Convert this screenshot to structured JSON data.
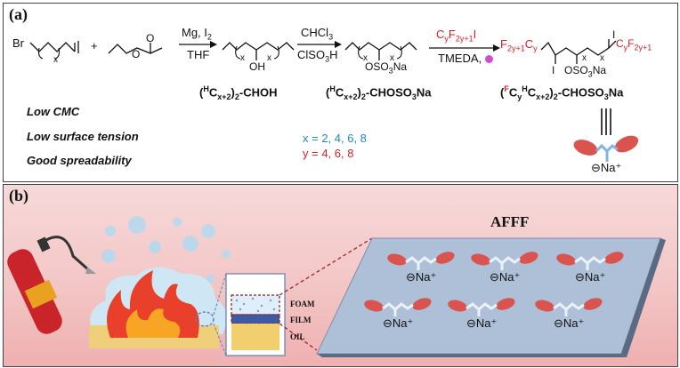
{
  "panel_a": {
    "label": "(a)",
    "reactant1": {
      "atom": "Br",
      "sub": "x"
    },
    "plus": "+",
    "reactant2_atoms": [
      "O",
      "O"
    ],
    "step1": {
      "above": "Mg, I",
      "above_sub": "2",
      "below": "THF"
    },
    "product1": {
      "oh": "OH",
      "subs": [
        "x",
        "x"
      ],
      "name_pre": "(",
      "name_sup": "H",
      "name_c": "C",
      "name_sub": "x+2",
      "name_post": ")",
      "name_sub2": "2",
      "name_tail": "-CHOH"
    },
    "step2": {
      "above": "CHCl",
      "above_sub": "3",
      "below": "ClSO",
      "below_sub": "3",
      "below_tail": "H"
    },
    "product2": {
      "group": "OSO",
      "group_sub": "3",
      "group_tail": "Na",
      "subs": [
        "x",
        "x"
      ],
      "name_pre": "(",
      "name_sup": "H",
      "name_c": "C",
      "name_sub": "x+2",
      "name_post": ")",
      "name_sub2": "2",
      "name_tail": "-CHOSO",
      "name_sub3": "3",
      "name_tail2": "Na"
    },
    "step3": {
      "above_c": "C",
      "above_csub": "y",
      "above_f": "F",
      "above_fsub": "2y+1",
      "above_i": "I",
      "below": "TMEDA,"
    },
    "product3": {
      "left_f": "F",
      "left_fsub": "2y+1",
      "left_c": "C",
      "left_csub": "y",
      "i_top": "I",
      "i_bottom": "I",
      "group": "OSO",
      "group_sub": "3",
      "group_tail": "Na",
      "right_c": "C",
      "right_csub": "y",
      "right_f": "F",
      "right_fsub": "2y+1",
      "subs": [
        "x",
        "x"
      ],
      "name_pre": "(",
      "name_sup1": "F",
      "name_c": "C",
      "name_sub1": "y",
      "name_sup2": "H",
      "name_c2": "C",
      "name_sub2": "x+2",
      "name_post": ")",
      "name_sub3": "2",
      "name_tail": "-CHOSO",
      "name_sub4": "3",
      "name_tail2": "Na"
    },
    "properties": [
      "Low CMC",
      "Low surface tension",
      "Good spreadability"
    ],
    "x_values": "x = 2, 4, 6, 8",
    "y_values": "y = 4, 6, 8",
    "surfactant_ion": "⊖Na⁺"
  },
  "panel_b": {
    "label": "(b)",
    "title": "AFFF",
    "layers": [
      "FOAM",
      "FILM",
      "OIL"
    ],
    "surfactant_ion": "⊖Na⁺"
  },
  "colors": {
    "red": "#d6202a",
    "blue": "#1e88c9",
    "pink": "#d9534f",
    "panel_b_bg": "#f3c6c6"
  }
}
